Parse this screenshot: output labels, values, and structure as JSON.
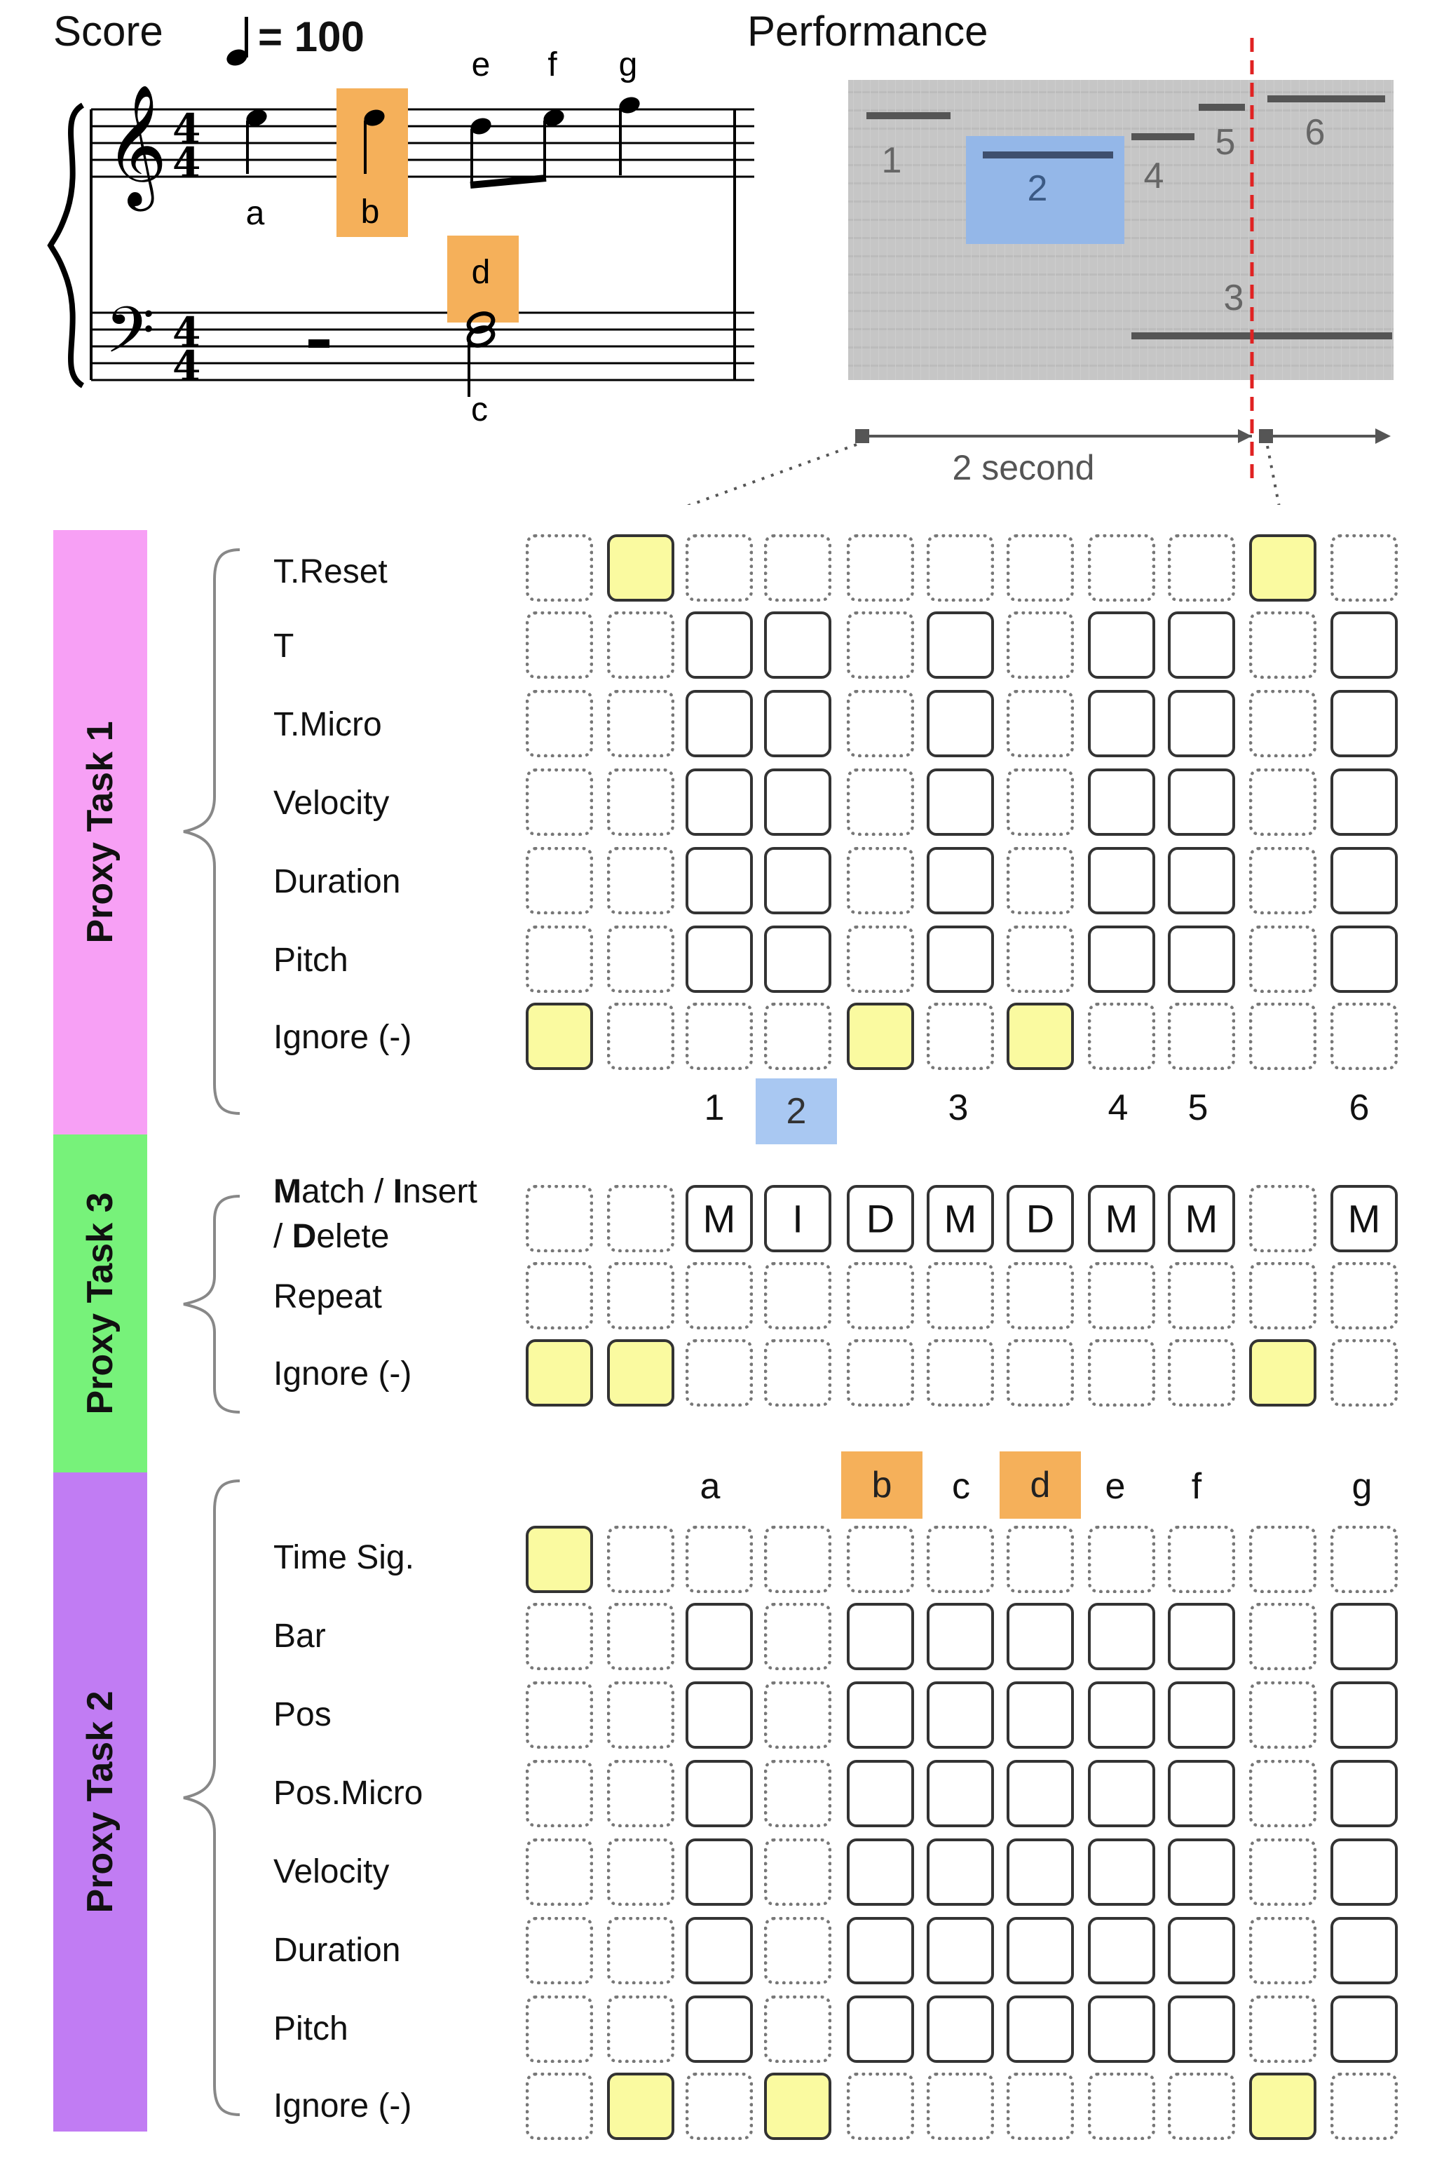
{
  "score": {
    "title": "Score",
    "tempo_value": "= 100",
    "note_labels": {
      "a": "a",
      "b": "b",
      "c": "c",
      "d": "d",
      "e": "e",
      "f": "f",
      "g": "g"
    },
    "highlight_color": "#f5b05a"
  },
  "performance": {
    "title": "Performance",
    "note_labels": [
      "1",
      "2",
      "3",
      "4",
      "5",
      "6"
    ],
    "time_label": "2 second",
    "highlight_color": "#a9c8f2"
  },
  "proxy_task_1": {
    "title": "Proxy Task 1",
    "color": "#f7a0f5",
    "rows": [
      "T.Reset",
      "T",
      "T.Micro",
      "Velocity",
      "Duration",
      "Pitch",
      "Ignore (-)"
    ],
    "column_labels": [
      "",
      "",
      "1",
      "2",
      "",
      "3",
      "",
      "4",
      "5",
      "",
      "6"
    ]
  },
  "proxy_task_3": {
    "title": "Proxy Task 3",
    "color": "#77f27a",
    "rows": {
      "match_insert_delete": {
        "m_bold": "M",
        "m_rest": "atch / ",
        "i_bold": "I",
        "i_rest": "nsert",
        "slash": "/ ",
        "d_bold": "D",
        "d_rest": "elete"
      },
      "repeat": "Repeat",
      "ignore": "Ignore (-)"
    },
    "mid_values": [
      "",
      "",
      "M",
      "I",
      "D",
      "M",
      "D",
      "M",
      "M",
      "",
      "M"
    ]
  },
  "proxy_task_2": {
    "title": "Proxy Task 2",
    "color": "#c17cf3",
    "rows": [
      "Time Sig.",
      "Bar",
      "Pos",
      "Pos.Micro",
      "Velocity",
      "Duration",
      "Pitch",
      "Ignore (-)"
    ],
    "column_labels": [
      "",
      "",
      "a",
      "",
      "b",
      "c",
      "d",
      "e",
      "f",
      "",
      "g"
    ]
  },
  "legend_colors": {
    "token": "#fafaa0",
    "empty": "#ffffff"
  }
}
